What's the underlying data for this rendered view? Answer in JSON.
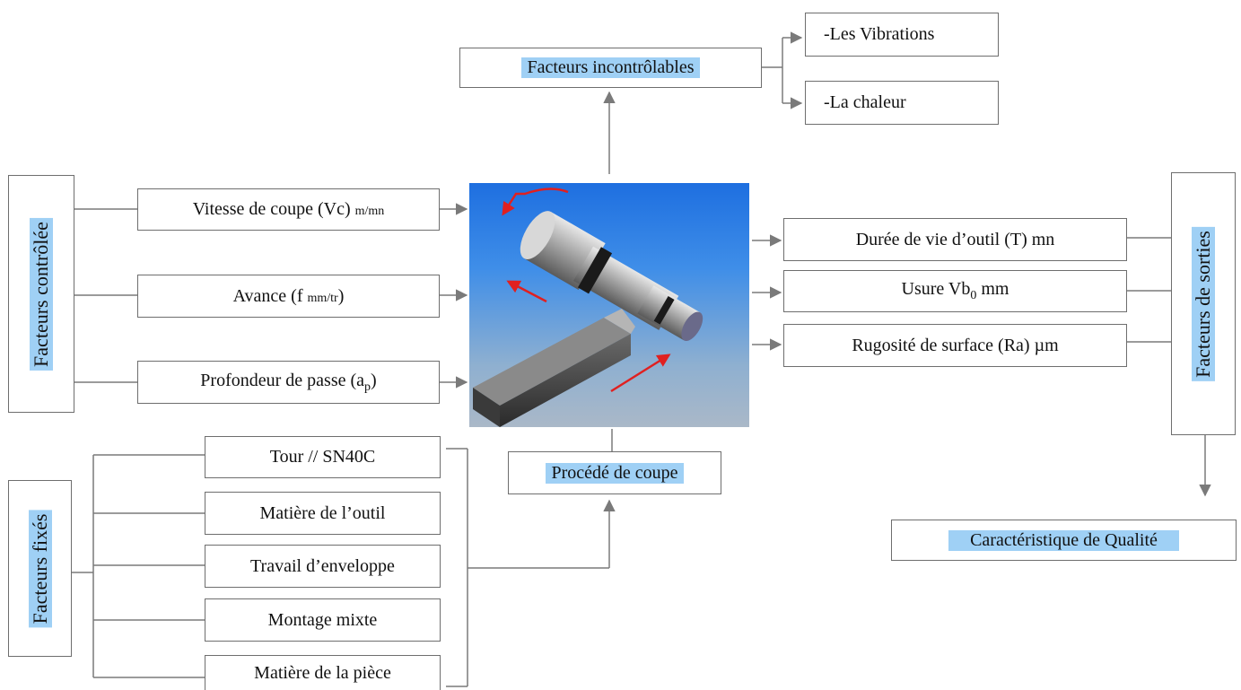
{
  "uncontrolled": {
    "title": "Facteurs incontrôlables",
    "items": [
      "-Les Vibrations",
      "-La chaleur"
    ]
  },
  "controlled": {
    "title": "Facteurs contrôlée",
    "items": [
      {
        "text": "Vitesse de coupe (Vc) ",
        "unit": "m/mn"
      },
      {
        "text": "Avance (f ",
        "unit": "mm/tr",
        "suffix": ")"
      },
      {
        "text": "Profondeur de passe (a",
        "sub": "p",
        "suffix": ")"
      }
    ]
  },
  "fixed": {
    "title": "Facteurs fixés",
    "items": [
      "Tour // SN40C",
      "Matière de l’outil",
      "Travail d’enveloppe",
      "Montage mixte",
      "Matière de la pièce"
    ]
  },
  "process": {
    "label": "Procédé de coupe"
  },
  "outputs": {
    "title": "Facteurs de sorties",
    "items": [
      {
        "text": "Durée de vie d’outil (T) mn"
      },
      {
        "text": "Usure Vb",
        "sub": "0",
        "suffix": " mm"
      },
      {
        "text": "Rugosité de surface (Ra) µm"
      }
    ]
  },
  "quality": {
    "label": "Caractéristique de  Qualité"
  },
  "colors": {
    "highlight": "#9fd0f5",
    "line": "#7a7a7a",
    "arrow": "#e02020"
  }
}
